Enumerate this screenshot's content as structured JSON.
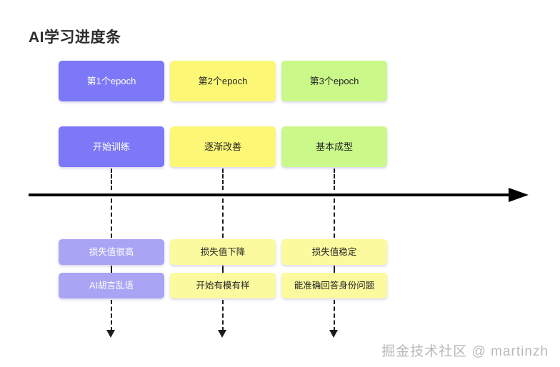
{
  "page": {
    "title": "AI学习进度条",
    "background_color": "#ffffff",
    "watermark": "掘金技术社区 @ martinzh"
  },
  "palette": {
    "purple": "#7d78f7",
    "purple_soft": "#a9a4f4",
    "yellow": "#fcf876",
    "yellow_soft": "#fcfa9e",
    "green": "#caf98a",
    "axis": "#000000",
    "dash": "#1c1c1c",
    "title_text": "#2b2b2b",
    "watermark_text": "#b9b9b9"
  },
  "timeline": {
    "axis_label": "",
    "direction": "left-to-right",
    "arrowhead": "right-triangle"
  },
  "columns": [
    {
      "id": "epoch-1",
      "epoch_label": "第1个epoch",
      "stage_label": "开始训练",
      "loss_label": "损失值很高",
      "behavior_label": "AI胡言乱语"
    },
    {
      "id": "epoch-2",
      "epoch_label": "第2个epoch",
      "stage_label": "逐渐改善",
      "loss_label": "损失值下降",
      "behavior_label": "开始有模有样"
    },
    {
      "id": "epoch-3",
      "epoch_label": "第3个epoch",
      "stage_label": "基本成型",
      "loss_label": "损失值稳定",
      "behavior_label": "能准确回答身份问题"
    }
  ]
}
